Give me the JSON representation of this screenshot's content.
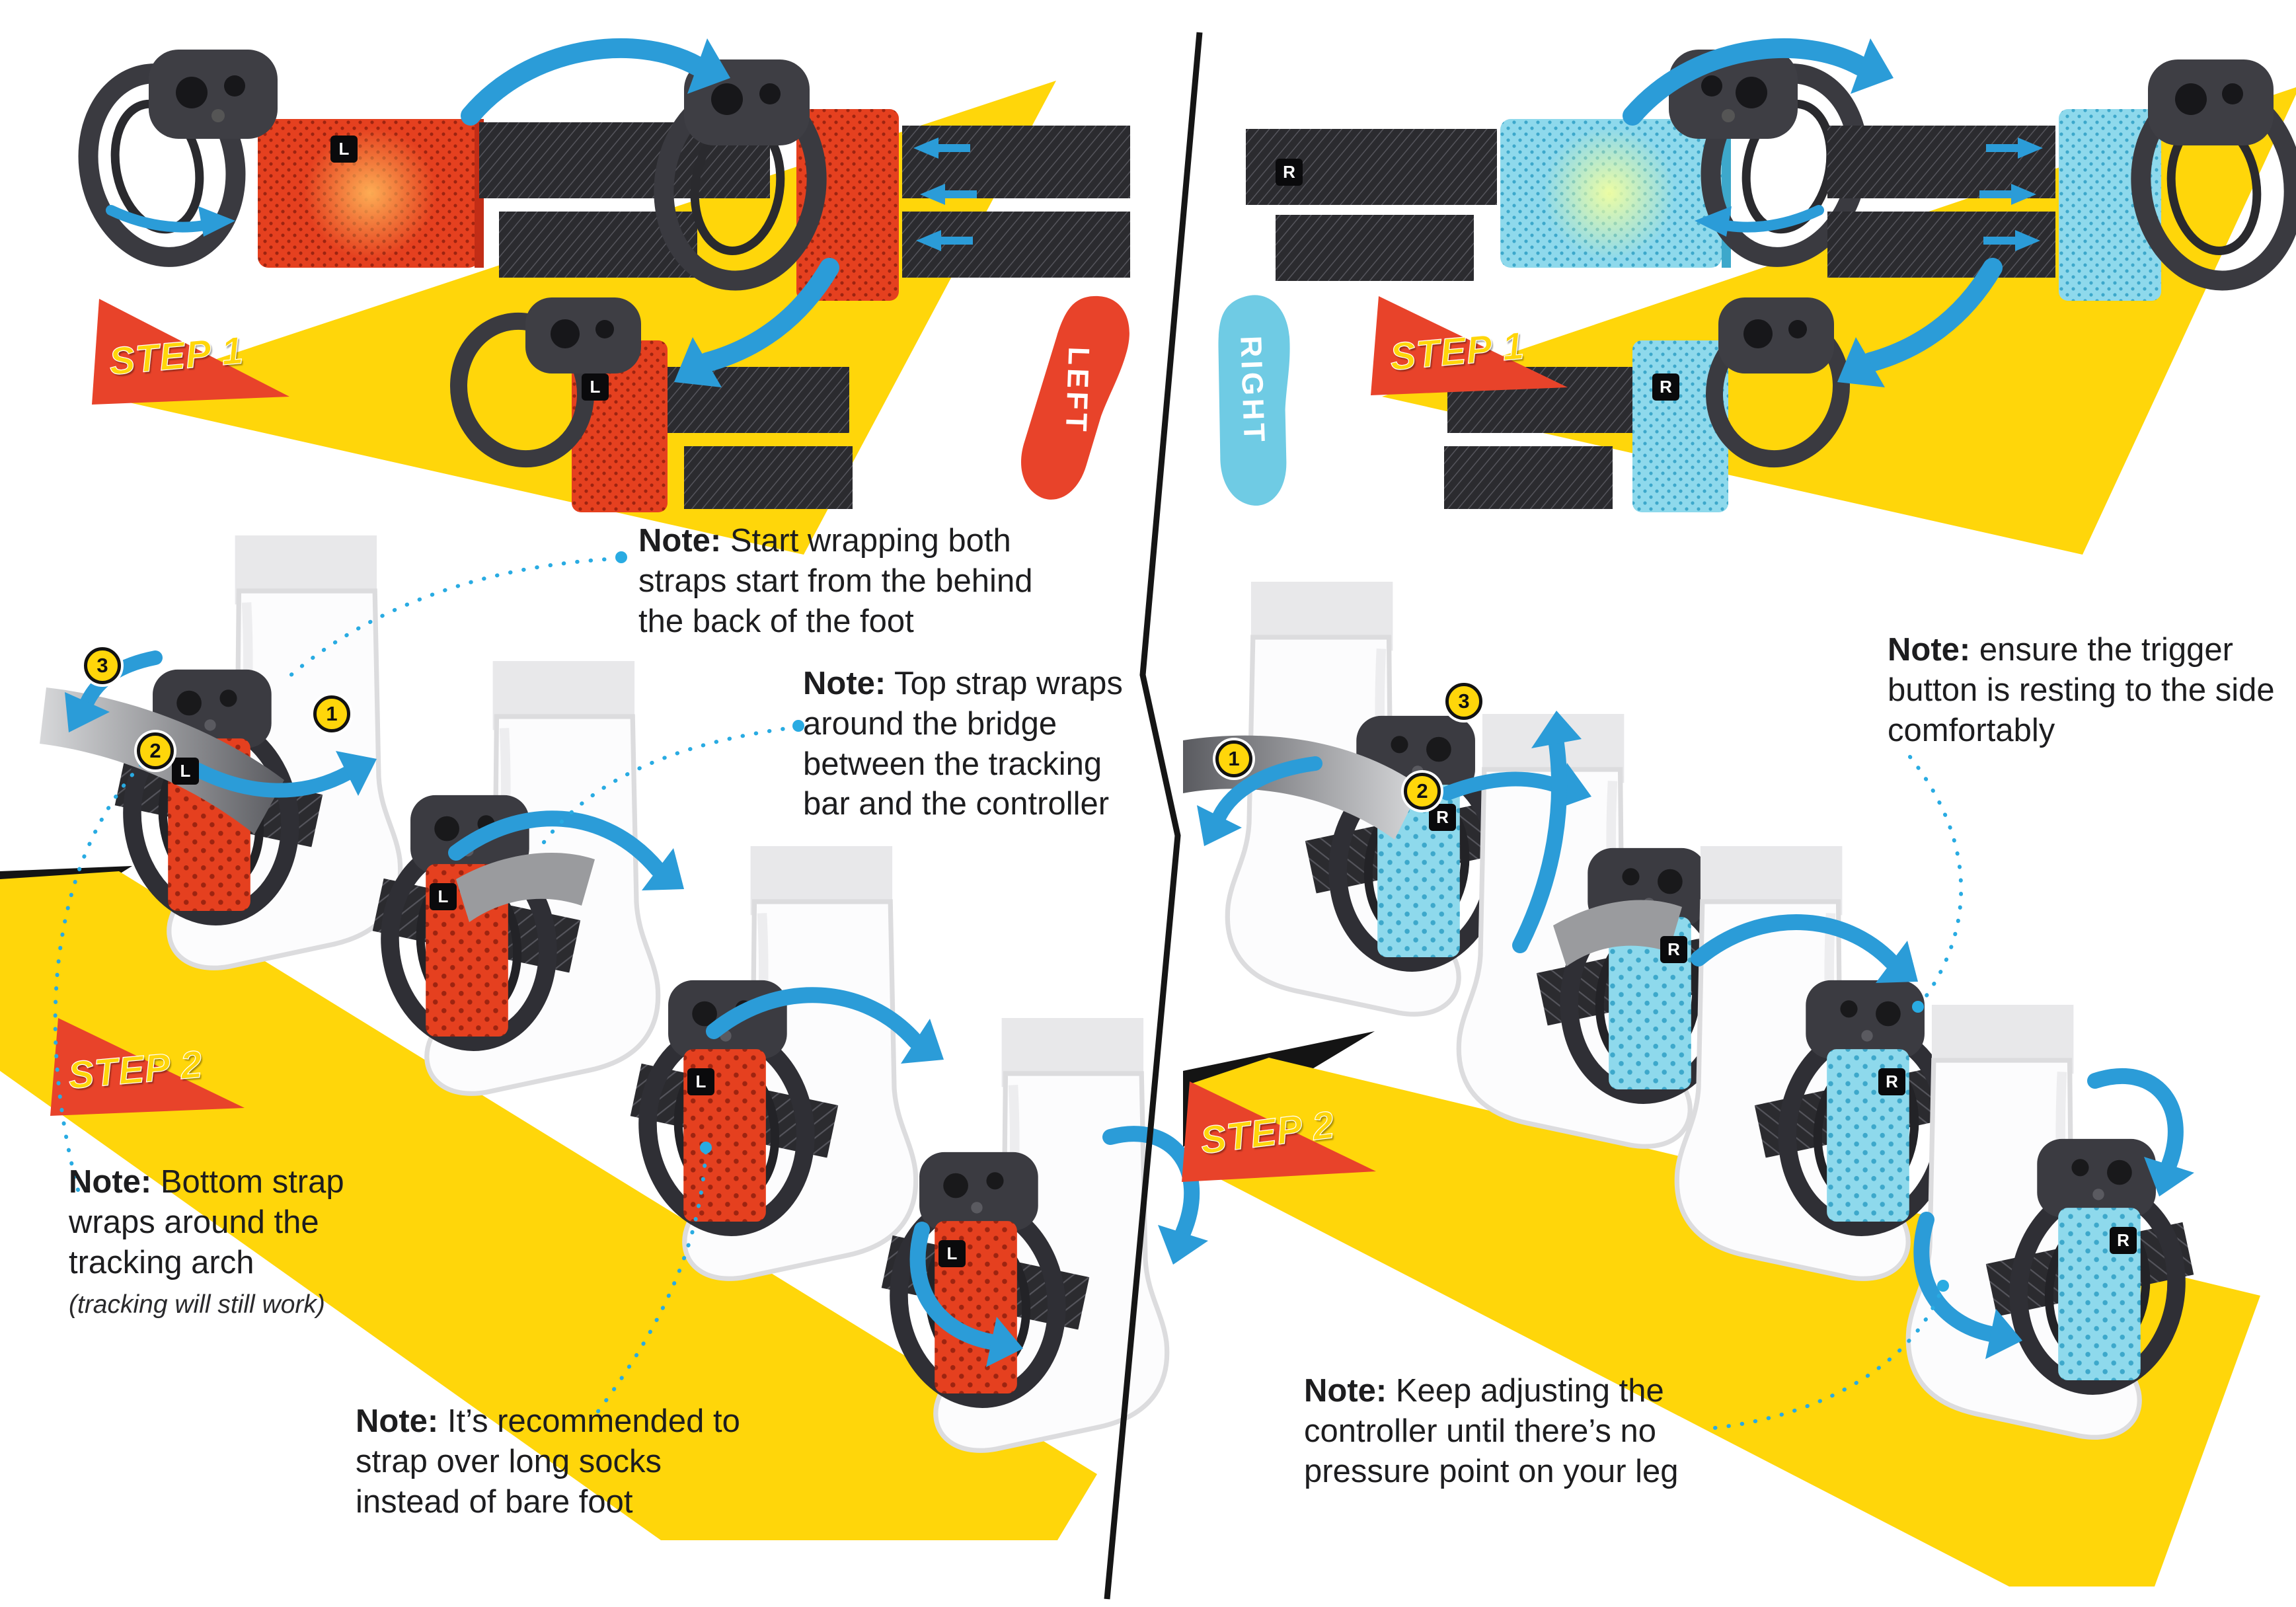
{
  "left": {
    "step1": "STEP 1",
    "step2": "STEP 2",
    "foot": "LEFT",
    "tag": "L",
    "badges": [
      "3",
      "1",
      "2"
    ]
  },
  "right": {
    "step1": "STEP 1",
    "step2": "STEP 2",
    "foot": "RIGHT",
    "tag": "R",
    "badges": [
      "1",
      "3",
      "2"
    ]
  },
  "notes": {
    "wrap_start": {
      "label": "Note:",
      "text": "Start wrapping both straps start from the behind the back of the foot"
    },
    "top_strap": {
      "label": "Note:",
      "text": "Top strap wraps around the bridge between the tracking bar and the controller"
    },
    "trigger": {
      "label": "Note:",
      "text": "ensure the trigger button is resting to the side comfortably"
    },
    "bottom_strap": {
      "label": "Note:",
      "text": "Bottom strap wraps around the tracking arch",
      "sub": "(tracking will still work)"
    },
    "long_socks": {
      "label": "Note:",
      "text": "It’s recommended to strap over long socks instead of bare foot"
    },
    "pressure": {
      "label": "Note:",
      "text": "Keep adjusting the controller until there’s no pressure point on your leg"
    }
  },
  "colors": {
    "red": "#E8432A",
    "cyan": "#7FD3E8",
    "yellow": "#FFD60A",
    "arrow": "#2B9CD8",
    "ink": "#1D1D1F"
  }
}
